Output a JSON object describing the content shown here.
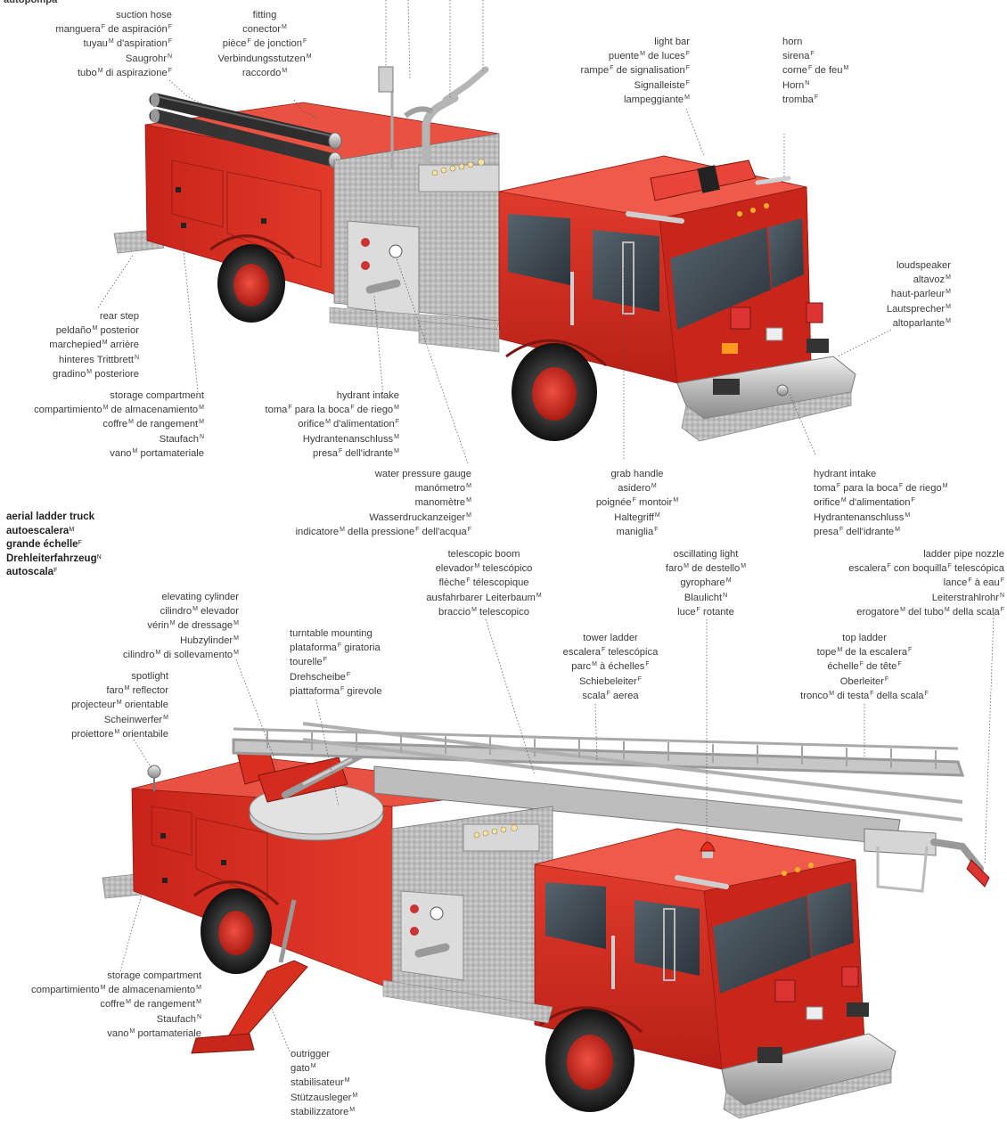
{
  "header_fragment": "autopompa",
  "pumper_labels": [
    {
      "id": "suction-hose",
      "lines": [
        [
          "suction hose"
        ],
        [
          "manguera",
          "F",
          " de aspiración",
          "F"
        ],
        [
          "tuyau",
          "M",
          " d'aspiration",
          "F"
        ],
        [
          "Saugrohr",
          "N"
        ],
        [
          "tubo",
          "M",
          " di aspirazione",
          "F"
        ]
      ]
    },
    {
      "id": "fitting",
      "lines": [
        [
          "fitting"
        ],
        [
          "conector",
          "M"
        ],
        [
          "pièce",
          "F",
          " de jonction",
          "F"
        ],
        [
          "Verbindungsstutzen",
          "M"
        ],
        [
          "raccordo",
          "M"
        ]
      ]
    },
    {
      "id": "light-bar",
      "lines": [
        [
          "light bar"
        ],
        [
          "puente",
          "M",
          " de luces",
          "F"
        ],
        [
          "rampe",
          "F",
          " de signalisation",
          "F"
        ],
        [
          "Signalleiste",
          "F"
        ],
        [
          "lampeggiante",
          "M"
        ]
      ]
    },
    {
      "id": "horn",
      "lines": [
        [
          "horn"
        ],
        [
          "sirena",
          "F"
        ],
        [
          "corne",
          "F",
          " de feu",
          "M"
        ],
        [
          "Horn",
          "N"
        ],
        [
          "tromba",
          "F"
        ]
      ]
    },
    {
      "id": "loudspeaker",
      "lines": [
        [
          "loudspeaker"
        ],
        [
          "altavoz",
          "M"
        ],
        [
          "haut-parleur",
          "M"
        ],
        [
          "Lautsprecher",
          "M"
        ],
        [
          "altoparlante",
          "M"
        ]
      ]
    },
    {
      "id": "rear-step",
      "lines": [
        [
          "rear step"
        ],
        [
          "peldaño",
          "M",
          " posterior"
        ],
        [
          "marchepied",
          "M",
          " arrière"
        ],
        [
          "hinteres Trittbrett",
          "N"
        ],
        [
          "gradino",
          "M",
          " posteriore"
        ]
      ]
    },
    {
      "id": "storage-compartment-top",
      "lines": [
        [
          "storage compartment"
        ],
        [
          "compartimiento",
          "M",
          " de almacenamiento",
          "M"
        ],
        [
          "coffre",
          "M",
          " de rangement",
          "M"
        ],
        [
          "Staufach",
          "N"
        ],
        [
          "vano",
          "M",
          " portamateriale"
        ]
      ]
    },
    {
      "id": "hydrant-intake-left",
      "lines": [
        [
          "hydrant intake"
        ],
        [
          "toma",
          "F",
          " para la boca",
          "F",
          " de riego",
          "M"
        ],
        [
          "orifice",
          "M",
          " d'alimentation",
          "F"
        ],
        [
          "Hydrantenanschluss",
          "M"
        ],
        [
          "presa",
          "F",
          " dell'idrante",
          "M"
        ]
      ]
    },
    {
      "id": "water-pressure-gauge",
      "lines": [
        [
          "water pressure gauge"
        ],
        [
          "manómetro",
          "M"
        ],
        [
          "manomètre",
          "M"
        ],
        [
          "Wasserdruckanzeiger",
          "M"
        ],
        [
          "indicatore",
          "M",
          " della pressione",
          "F",
          " dell'acqua",
          "F"
        ]
      ]
    },
    {
      "id": "grab-handle",
      "lines": [
        [
          "grab handle"
        ],
        [
          "asidero",
          "M"
        ],
        [
          "poignée",
          "F",
          " montoir",
          "M"
        ],
        [
          "Haltegriff",
          "M"
        ],
        [
          "maniglia",
          "F"
        ]
      ]
    },
    {
      "id": "hydrant-intake-right",
      "lines": [
        [
          "hydrant intake"
        ],
        [
          "toma",
          "F",
          " para la boca",
          "F",
          " de riego",
          "M"
        ],
        [
          "orifice",
          "M",
          " d'alimentation",
          "F"
        ],
        [
          "Hydrantenanschluss",
          "M"
        ],
        [
          "presa",
          "F",
          " dell'idrante",
          "M"
        ]
      ]
    }
  ],
  "aerial_title": [
    [
      "aerial ladder truck"
    ],
    [
      "autoescalera",
      "M"
    ],
    [
      "grande échelle",
      "F"
    ],
    [
      "Drehleiterfahrzeug",
      "N"
    ],
    [
      "autoscala",
      "F"
    ]
  ],
  "aerial_labels": [
    {
      "id": "telescopic-boom",
      "lines": [
        [
          "telescopic boom"
        ],
        [
          "elevador",
          "M",
          " telescópico"
        ],
        [
          "flèche",
          "F",
          " télescopique"
        ],
        [
          "ausfahrbarer Leiterbaum",
          "M"
        ],
        [
          "braccio",
          "M",
          " telescopico"
        ]
      ]
    },
    {
      "id": "oscillating-light",
      "lines": [
        [
          "oscillating light"
        ],
        [
          "faro",
          "M",
          " de destello",
          "M"
        ],
        [
          "gyrophare",
          "M"
        ],
        [
          "Blaulicht",
          "N"
        ],
        [
          "luce",
          "F",
          " rotante"
        ]
      ]
    },
    {
      "id": "ladder-pipe-nozzle",
      "lines": [
        [
          "ladder pipe nozzle"
        ],
        [
          "escalera",
          "F",
          " con boquilla",
          "F",
          " telescópica"
        ],
        [
          "lance",
          "F",
          " à eau",
          "F"
        ],
        [
          "Leiterstrahlrohr",
          "N"
        ],
        [
          "erogatore",
          "M",
          " del tubo",
          "M",
          " della scala",
          "F"
        ]
      ]
    },
    {
      "id": "elevating-cylinder",
      "lines": [
        [
          "elevating cylinder"
        ],
        [
          "cilindro",
          "M",
          " elevador"
        ],
        [
          "vérin",
          "M",
          " de dressage",
          "M"
        ],
        [
          "Hubzylinder",
          "M"
        ],
        [
          "cilindro",
          "M",
          " di sollevamento",
          "M"
        ]
      ]
    },
    {
      "id": "turntable-mounting",
      "lines": [
        [
          "turntable mounting"
        ],
        [
          "plataforma",
          "F",
          " giratoria"
        ],
        [
          "tourelle",
          "F"
        ],
        [
          "Drehscheibe",
          "F"
        ],
        [
          "piattaforma",
          "F",
          " girevole"
        ]
      ]
    },
    {
      "id": "tower-ladder",
      "lines": [
        [
          "tower ladder"
        ],
        [
          "escalera",
          "F",
          " telescópica"
        ],
        [
          "parc",
          "M",
          " à échelles",
          "F"
        ],
        [
          "Schiebeleiter",
          "F"
        ],
        [
          "scala",
          "F",
          " aerea"
        ]
      ]
    },
    {
      "id": "top-ladder",
      "lines": [
        [
          "top ladder"
        ],
        [
          "tope",
          "M",
          " de la escalera",
          "F"
        ],
        [
          "échelle",
          "F",
          " de tête",
          "F"
        ],
        [
          "Oberleiter",
          "F"
        ],
        [
          "tronco",
          "M",
          " di testa",
          "F",
          " della scala",
          "F"
        ]
      ]
    },
    {
      "id": "spotlight",
      "lines": [
        [
          "spotlight"
        ],
        [
          "faro",
          "M",
          " reflector"
        ],
        [
          "projecteur",
          "M",
          " orientable"
        ],
        [
          "Scheinwerfer",
          "M"
        ],
        [
          "proiettore",
          "M",
          " orientabile"
        ]
      ]
    },
    {
      "id": "storage-compartment-bottom",
      "lines": [
        [
          "storage compartment"
        ],
        [
          "compartimiento",
          "M",
          " de almacenamiento",
          "M"
        ],
        [
          "coffre",
          "M",
          " de rangement",
          "M"
        ],
        [
          "Staufach",
          "N"
        ],
        [
          "vano",
          "M",
          " portamateriale"
        ]
      ]
    },
    {
      "id": "outrigger",
      "lines": [
        [
          "outrigger"
        ],
        [
          "gato",
          "M"
        ],
        [
          "stabilisateur",
          "M"
        ],
        [
          "Stützausleger",
          "M"
        ],
        [
          "stabilizzatore",
          "M"
        ]
      ]
    }
  ],
  "colors": {
    "truck_red": "#d42a1e",
    "truck_dark_red": "#a11a12",
    "chrome": "#c8c8c8",
    "glass": "#3d4a55",
    "leader_line": "#555555"
  }
}
